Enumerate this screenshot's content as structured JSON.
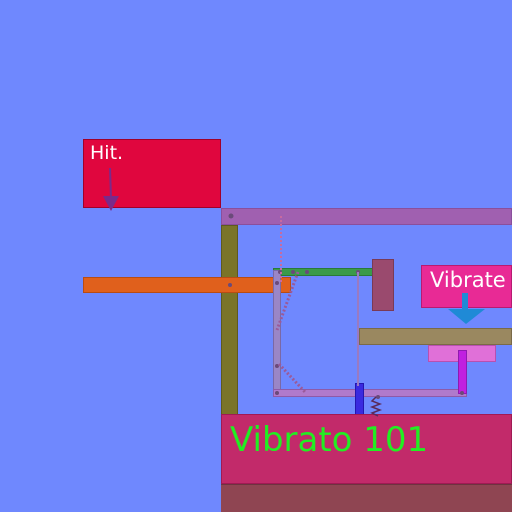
{
  "labels": {
    "hit": "Hit.",
    "vibrate": "Vibrate",
    "title": "Vibrato 101"
  },
  "colors": {
    "background": "#6f88fe",
    "hit_block": "#e0063e",
    "vibrate_block": "#e82a95",
    "title_panel": "#c22a6a",
    "floor": "#8f4552",
    "purple_beam": "#a060b0",
    "olive_post": "#7a7428",
    "orange_bar": "#e0601c",
    "green_bar": "#3a9a4a",
    "title_text": "#22ee22"
  },
  "icons": {
    "hit_arrow": "arrow-down-icon",
    "vibrate_arrow": "arrow-down-icon"
  }
}
